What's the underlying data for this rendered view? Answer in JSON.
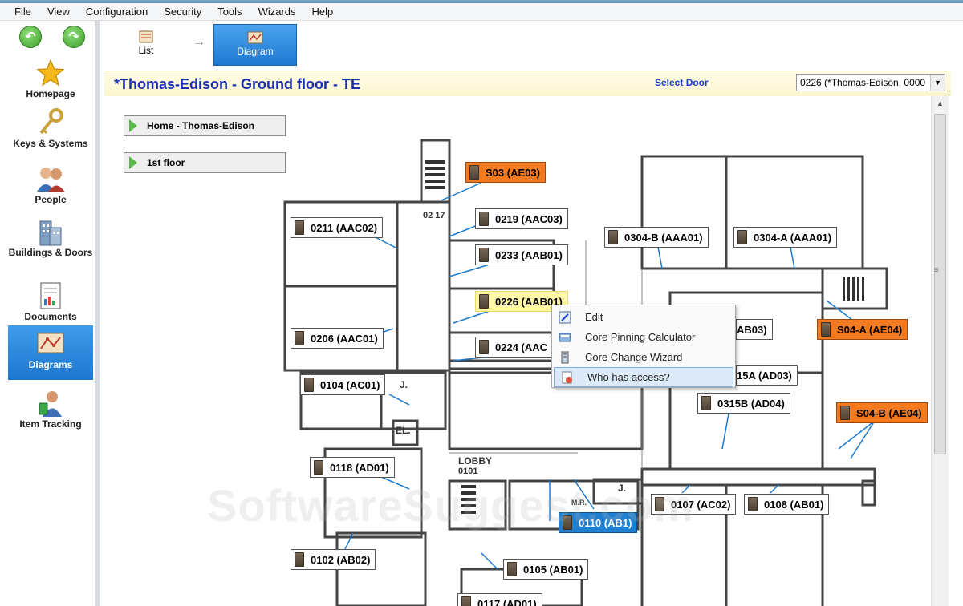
{
  "menu": [
    "File",
    "View",
    "Configuration",
    "Security",
    "Tools",
    "Wizards",
    "Help"
  ],
  "sidebar": {
    "items": [
      {
        "label": "Homepage",
        "icon": "star-icon"
      },
      {
        "label": "Keys & Systems",
        "icon": "key-icon"
      },
      {
        "label": "People",
        "icon": "people-icon"
      },
      {
        "label": "Buildings & Doors",
        "icon": "buildings-icon"
      },
      {
        "label": "Documents",
        "icon": "documents-icon"
      },
      {
        "label": "Diagrams",
        "icon": "diagram-icon",
        "active": true
      },
      {
        "label": "Item Tracking",
        "icon": "item-tracking-icon"
      }
    ]
  },
  "toolbar": {
    "list_label": "List",
    "diagram_label": "Diagram"
  },
  "header": {
    "title": "*Thomas-Edison - Ground floor - TE",
    "select_door_label": "Select Door",
    "door_select_value": "0226 (*Thomas-Edison, 0000"
  },
  "breadcrumbs": [
    "Home - Thomas-Edison",
    "1st floor"
  ],
  "rooms": {
    "r0217": "02 17",
    "lobby": "LOBBY",
    "lobby_num": "0101",
    "j1": "J.",
    "el": "EL.",
    "j2": "J.",
    "mr": "M.R."
  },
  "doors": [
    {
      "id": "S03",
      "label": "S03 (AE03)",
      "style": "orange"
    },
    {
      "id": "0219",
      "label": "0219 (AAC03)",
      "style": "normal"
    },
    {
      "id": "0211",
      "label": "0211 (AAC02)",
      "style": "normal"
    },
    {
      "id": "0233",
      "label": "0233 (AAB01)",
      "style": "normal"
    },
    {
      "id": "0226",
      "label": "0226 (AAB01)",
      "style": "yellow"
    },
    {
      "id": "0224",
      "label": "0224 (AAC",
      "style": "normal"
    },
    {
      "id": "0206",
      "label": "0206 (AAC01)",
      "style": "normal"
    },
    {
      "id": "0104",
      "label": "0104 (AC01)",
      "style": "normal"
    },
    {
      "id": "0304B",
      "label": "0304-B (AAA01)",
      "style": "normal"
    },
    {
      "id": "0304A",
      "label": "0304-A (AAA01)",
      "style": "normal"
    },
    {
      "id": "AB03",
      "label": "AB03)",
      "style": "normal"
    },
    {
      "id": "S04A",
      "label": "S04-A (AE04)",
      "style": "orange"
    },
    {
      "id": "0315A",
      "label": "15A (AD03)",
      "style": "normal"
    },
    {
      "id": "0315B",
      "label": "0315B (AD04)",
      "style": "normal"
    },
    {
      "id": "S04B",
      "label": "S04-B (AE04)",
      "style": "orange"
    },
    {
      "id": "0118",
      "label": "0118 (AD01)",
      "style": "normal"
    },
    {
      "id": "0107",
      "label": "0107 (AC02)",
      "style": "normal"
    },
    {
      "id": "0108",
      "label": "0108 (AB01)",
      "style": "normal"
    },
    {
      "id": "0110",
      "label": "0110 (AB1)",
      "style": "blue"
    },
    {
      "id": "0102",
      "label": "0102 (AB02)",
      "style": "normal"
    },
    {
      "id": "0105",
      "label": "0105 (AB01)",
      "style": "normal"
    },
    {
      "id": "0117",
      "label": "0117 (AD01)",
      "style": "normal"
    }
  ],
  "context_menu": [
    {
      "label": "Edit",
      "icon": "edit-icon"
    },
    {
      "label": "Core Pinning Calculator",
      "icon": "calculator-icon"
    },
    {
      "label": "Core Change Wizard",
      "icon": "wizard-icon"
    },
    {
      "label": "Who has access?",
      "icon": "access-icon",
      "highlighted": true
    }
  ],
  "watermark": "SoftwareSuggest.com",
  "colors": {
    "accent_blue": "#1f78d0",
    "title_blue": "#1a2fb0",
    "door_orange": "#f47a20",
    "door_yellow": "#fff6a8",
    "title_bg": "#fbf6cf"
  }
}
